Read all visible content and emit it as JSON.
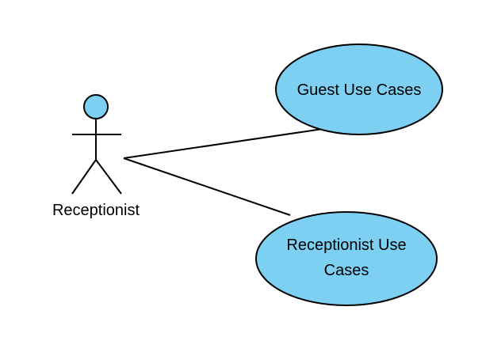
{
  "diagram": {
    "type": "use-case",
    "actor": {
      "label": "Receptionist",
      "color": "#7dd0f2"
    },
    "use_cases": [
      {
        "label_lines": [
          "Guest Use Cases"
        ],
        "fill": "#7dd0f2"
      },
      {
        "label_lines": [
          "Receptionist Use",
          "Cases"
        ],
        "fill": "#7dd0f2"
      }
    ],
    "associations": [
      {
        "from": "actor",
        "to": 0
      },
      {
        "from": "actor",
        "to": 1
      }
    ],
    "line_color": "#000000"
  }
}
